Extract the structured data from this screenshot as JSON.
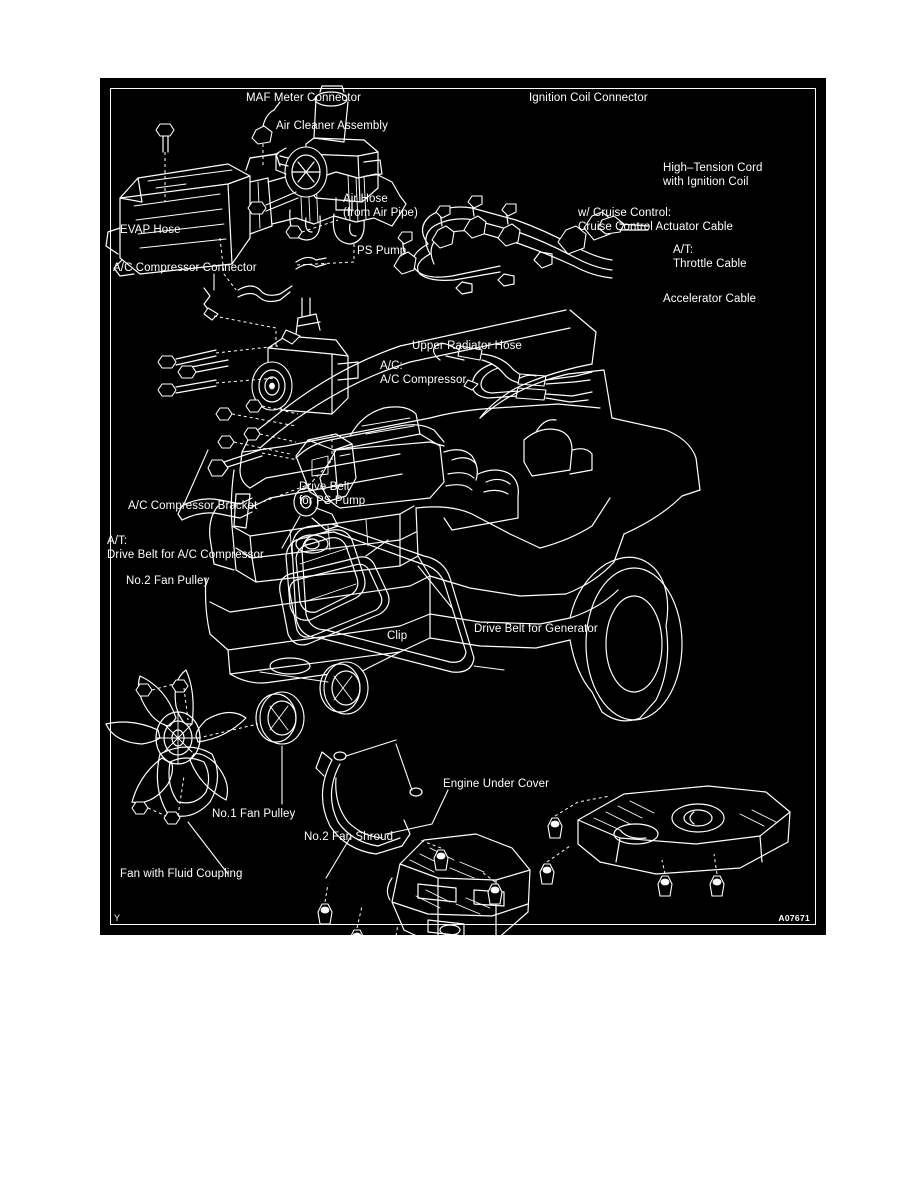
{
  "document": {
    "type": "exploded-view-service-diagram",
    "subject": "Engine accessory components removal / installation",
    "figure_code": "A07671",
    "corner_marker": "Y",
    "background_color": "#000000",
    "line_color": "#ffffff"
  },
  "labels": [
    {
      "id": "maf-meter-connector",
      "text": "MAF Meter Connector"
    },
    {
      "id": "air-cleaner-assembly",
      "text": "Air Cleaner Assembly"
    },
    {
      "id": "air-hose",
      "text": "Air Hose\n(from Air Pipe)"
    },
    {
      "id": "evap-hose",
      "text": "EVAP Hose"
    },
    {
      "id": "ignition-coil-connector",
      "text": "Ignition Coil Connector"
    },
    {
      "id": "high-tension-cord",
      "text": "High–Tension Cord\nwith Ignition Coil"
    },
    {
      "id": "cruise-control-cable",
      "text": "w/ Cruise Control:\nCruise Control Actuator Cable"
    },
    {
      "id": "throttle-cable",
      "text": "A/T:\nThrottle Cable"
    },
    {
      "id": "accelerator-cable",
      "text": "Accelerator Cable"
    },
    {
      "id": "ac-compressor-connector",
      "text": "A/C Compressor Connector"
    },
    {
      "id": "ps-pump",
      "text": "PS Pump"
    },
    {
      "id": "ac-compressor",
      "text": "A/C:\nA/C Compressor"
    },
    {
      "id": "upper-radiator-hose",
      "text": "Upper Radiator Hose"
    },
    {
      "id": "ac-compressor-bracket",
      "text": "A/C Compressor Bracket"
    },
    {
      "id": "drive-belt-ps-pump",
      "text": "Drive Belt\nfor PS Pump"
    },
    {
      "id": "drive-belt-ac-compressor",
      "text": "A/T:\nDrive Belt for A/C Compressor"
    },
    {
      "id": "no2-fan-pulley",
      "text": "No.2 Fan Pulley"
    },
    {
      "id": "no1-fan-pulley",
      "text": "No.1 Fan Pulley"
    },
    {
      "id": "fan-with-fluid-coupling",
      "text": "Fan with Fluid Coupling"
    },
    {
      "id": "clip",
      "text": "Clip"
    },
    {
      "id": "no2-fan-shroud",
      "text": "No.2 Fan Shroud"
    },
    {
      "id": "drive-belt-generator",
      "text": "Drive Belt for Generator"
    },
    {
      "id": "engine-under-cover",
      "text": "Engine Under Cover"
    }
  ]
}
